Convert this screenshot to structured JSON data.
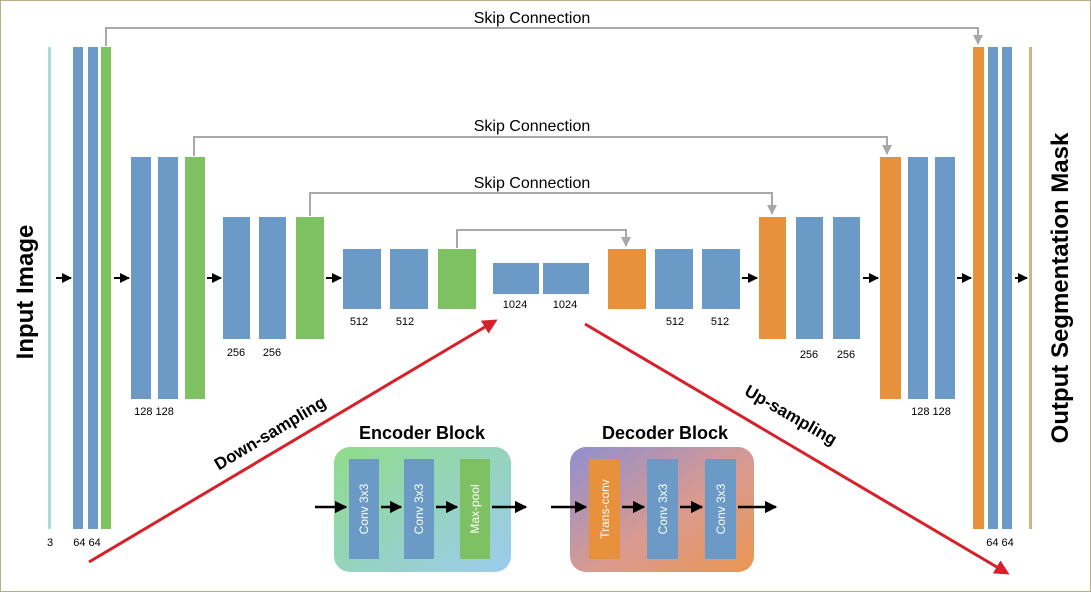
{
  "side_labels": {
    "input": "Input Image",
    "output": "Output Segmentation Mask"
  },
  "skip_label": "Skip Connection",
  "directions": {
    "down": "Down-sampling",
    "up": "Up-sampling"
  },
  "channel_labels": {
    "input": "3",
    "enc1": "64 64",
    "enc2": "128 128",
    "enc3a": "256",
    "enc3b": "256",
    "enc4a": "512",
    "enc4b": "512",
    "bott_a": "1024",
    "bott_b": "1024",
    "dec4a": "512",
    "dec4b": "512",
    "dec3a": "256",
    "dec3b": "256",
    "dec2": "128 128",
    "dec1": "64 64"
  },
  "encoder_block": {
    "title": "Encoder Block",
    "layers": [
      "Conv 3x3",
      "Conv 3x3",
      "Max-pool"
    ]
  },
  "decoder_block": {
    "title": "Decoder Block",
    "layers": [
      "Trans-conv",
      "Conv 3x3",
      "Conv 3x3"
    ]
  },
  "colors": {
    "conv": "#6b9ac7",
    "pool": "#7dc163",
    "upconv": "#e8913d",
    "input": "#a8dcdc",
    "output": "#c9b48e",
    "skip_line": "#a8a8a8",
    "direction_arrow": "#d6202a"
  }
}
